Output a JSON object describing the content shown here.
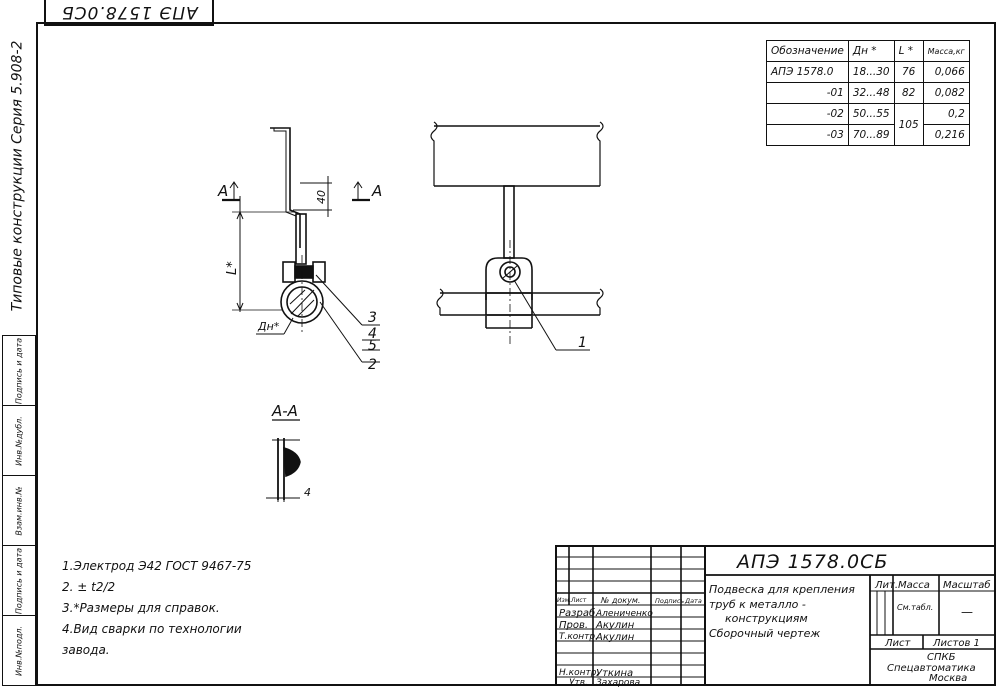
{
  "stamp_top": "АПЭ 1578.0СБ",
  "side_caption": "Типовые конструкции  Серия 5.908-2",
  "side_columns": [
    "Инв.№подл.",
    "Подпись и дата",
    "Взам.инв.№",
    "Инв.№дубл.",
    "Подпись и дата"
  ],
  "spec_table": {
    "headers": [
      "Обозначение",
      "Дн *",
      "L *",
      "Масса,кг"
    ],
    "rows": [
      [
        "АПЭ 1578.0",
        "18...30",
        "76",
        "0,066"
      ],
      [
        "-01",
        "32...48",
        "82",
        "0,082"
      ],
      [
        "-02",
        "50...55",
        "105",
        "0,2"
      ],
      [
        "-03",
        "70...89",
        "",
        "0,216"
      ]
    ]
  },
  "drawing_labels": {
    "section_a_left": "А",
    "section_a_right": "А",
    "dim_40": "40",
    "dim_L": "L*",
    "dim_Dn": "Дн*",
    "pos_3": "3",
    "pos_4": "4",
    "pos_5": "5",
    "pos_2": "2",
    "pos_1": "1",
    "section_title": "А-А",
    "dim_4": "4"
  },
  "notes": [
    "1.Электрод Э42 ГОСТ 9467-75",
    "2. ± t2/2",
    "3.*Размеры для справок.",
    "4.Вид сварки по технологии",
    "   завода."
  ],
  "title_block": {
    "code": "АПЭ 1578.0СБ",
    "name_lines": [
      "Подвеска для крепления",
      "труб к металло -",
      "конструкциям",
      "Сборочный чертеж"
    ],
    "col_headers": [
      "Изм.",
      "Лист",
      "№ докум.",
      "Подпись",
      "Дата"
    ],
    "roles": [
      {
        "role": "Разраб.",
        "name": "Алениченко"
      },
      {
        "role": "Пров.",
        "name": "Акулин"
      },
      {
        "role": "Т.контр.",
        "name": "Акулин"
      },
      {
        "role": "Н.контр.",
        "name": "Уткина"
      },
      {
        "role": "Утв.",
        "name": "Захарова"
      }
    ],
    "lit_label": "Лит.",
    "mass_label": "Масса",
    "scale_label": "Масштаб",
    "mass_value": "См.табл.",
    "scale_value": "—",
    "sheet_label": "Лист",
    "sheets_label": "Листов 1",
    "org_lines": [
      "СПКБ",
      "Спецавтоматика",
      "Москва"
    ]
  }
}
